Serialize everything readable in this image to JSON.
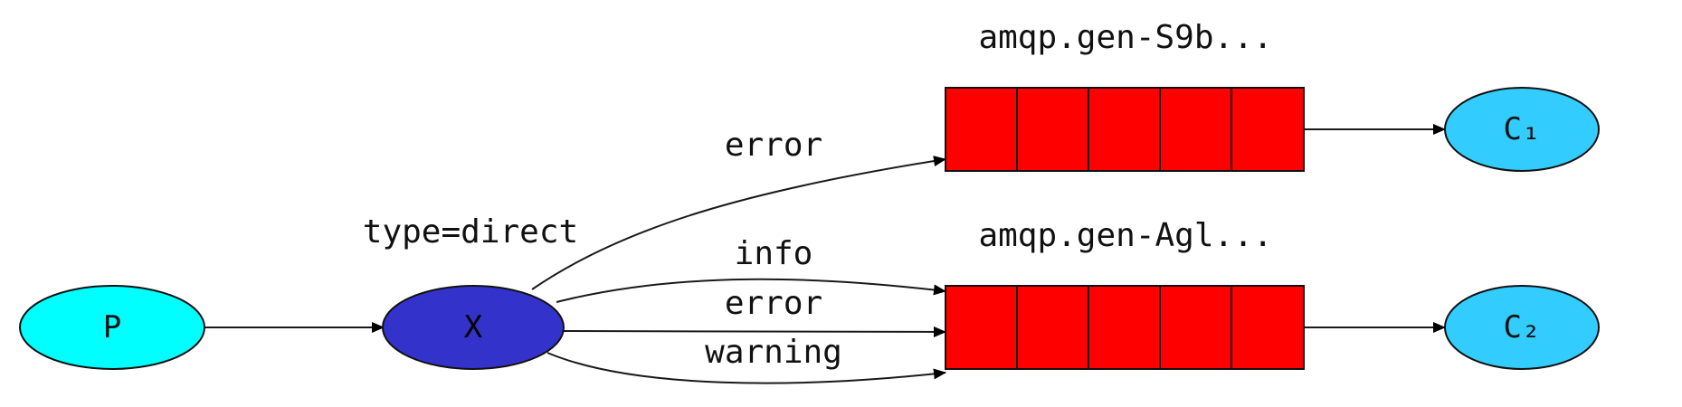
{
  "diagram": {
    "producer": {
      "label": "P",
      "color": "#00ffff"
    },
    "exchange": {
      "label": "X",
      "type_label": "type=direct",
      "color": "#3333cc"
    },
    "queue_color": "#ff0000",
    "queues": [
      {
        "label": "amqp.gen-S9b...",
        "consumer": "C₁"
      },
      {
        "label": "amqp.gen-Agl...",
        "consumer": "C₂"
      }
    ],
    "consumer_color": "#33ccff",
    "bindings": {
      "q1_error": "error",
      "q2_info": "info",
      "q2_error": "error",
      "q2_warning": "warning"
    }
  }
}
